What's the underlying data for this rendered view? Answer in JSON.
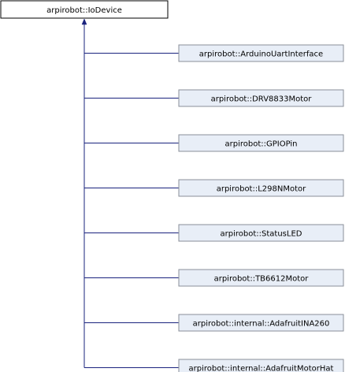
{
  "diagram": {
    "base_class": "arpirobot::IoDevice",
    "derived_classes": [
      "arpirobot::ArduinoUartInterface",
      "arpirobot::DRV8833Motor",
      "arpirobot::GPIOPin",
      "arpirobot::L298NMotor",
      "arpirobot::StatusLED",
      "arpirobot::TB6612Motor",
      "arpirobot::internal::AdafruitINA260",
      "arpirobot::internal::AdafruitMotorHat"
    ],
    "colors": {
      "base_fill": "#ffffff",
      "derived_fill": "#e8eef7",
      "border": "#8a8f99",
      "base_border": "#000000",
      "edge": "#1a237e"
    }
  }
}
